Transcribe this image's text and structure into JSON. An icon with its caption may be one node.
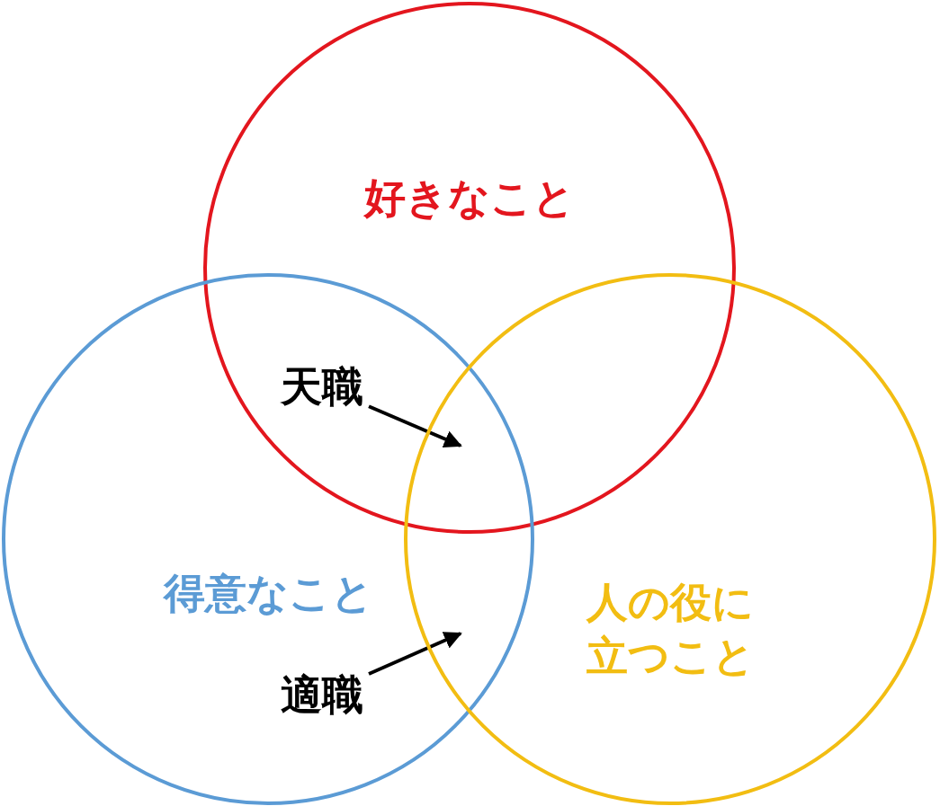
{
  "diagram": {
    "nodes": [
      {
        "text": [
          "好きなこと"
        ]
      },
      {
        "text": [
          "得意なこと"
        ]
      },
      {
        "text": [
          "人の役に立つこと"
        ]
      },
      {
        "text": [
          "天職"
        ]
      },
      {
        "text": [
          "適職"
        ],
        "in": 1
      }
    ],
    "edges": [
      {
        "from": 3,
        "to": 0,
        "arrow": "to"
      },
      {
        "from": 4,
        "to": 1,
        "arrow": "to"
      }
    ]
  }
}
